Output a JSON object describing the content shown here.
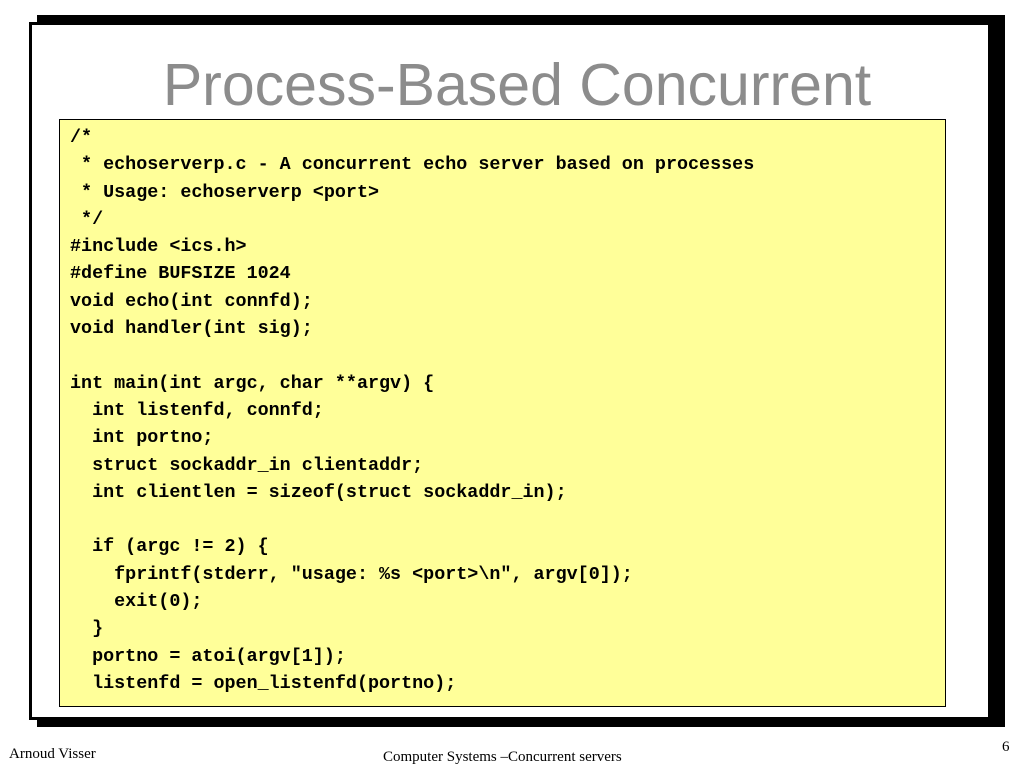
{
  "slide": {
    "title": "Process-Based Concurrent",
    "code_lines": [
      "/*",
      " * echoserverp.c - A concurrent echo server based on processes",
      " * Usage: echoserverp <port>",
      " */",
      "#include <ics.h>",
      "#define BUFSIZE 1024",
      "void echo(int connfd);",
      "void handler(int sig);",
      "",
      "int main(int argc, char **argv) {",
      "  int listenfd, connfd;",
      "  int portno;",
      "  struct sockaddr_in clientaddr;",
      "  int clientlen = sizeof(struct sockaddr_in);",
      "",
      "  if (argc != 2) {",
      "    fprintf(stderr, \"usage: %s <port>\\n\", argv[0]);",
      "    exit(0);",
      "  }",
      "  portno = atoi(argv[1]);",
      "  listenfd = open_listenfd(portno);"
    ]
  },
  "footer": {
    "author": "Arnoud Visser",
    "course": "Computer Systems –Concurrent servers",
    "page_number": "6"
  },
  "colors": {
    "title": "#8c8c8c",
    "code_background": "#ffff99",
    "frame": "#000000"
  }
}
